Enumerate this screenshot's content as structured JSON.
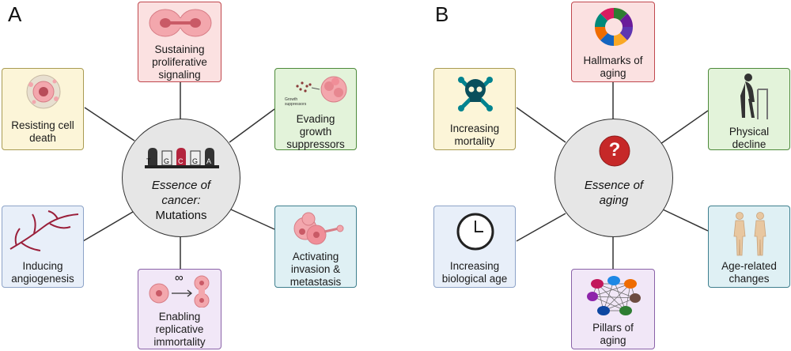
{
  "panel_a": {
    "label": "A",
    "center": {
      "line1": "Essence of",
      "line2": "cancer:",
      "line3": "Mutations",
      "dna_letters": [
        "T",
        "G",
        "C",
        "G",
        "A"
      ]
    },
    "boxes": {
      "top": "Sustaining\nproliferative\nsignaling",
      "upper_left": "Resisting cell\ndeath",
      "upper_right": "Evading\ngrowth\nsuppressors",
      "lower_left": "Inducing\nangiogenesis",
      "lower_right": "Activating\ninvasion &\nmetastasis",
      "bottom": "Enabling\nreplicative\nimmortality"
    },
    "growth_suppressors_label": "Growth\nsuppressors",
    "infinity_symbol": "∞"
  },
  "panel_b": {
    "label": "B",
    "center": {
      "line1": "Essence of",
      "line2": "aging",
      "question_mark": "?"
    },
    "boxes": {
      "top": "Hallmarks of\naging",
      "upper_left": "Increasing\nmortality",
      "upper_right": "Physical\ndecline",
      "lower_left": "Increasing\nbiological age",
      "lower_right": "Age-related\nchanges",
      "bottom": "Pillars of\naging"
    }
  },
  "colors": {
    "red_box": "#fbe1e1",
    "yellow_box": "#fcf5d8",
    "green_box": "#e3f3da",
    "blue_box": "#e8eff9",
    "teal_box": "#dff0f4",
    "purple_box": "#f1e7f7",
    "center_fill": "#e6e6e6",
    "question_red": "#c62828"
  },
  "icons": [
    "cancer-cell-icon",
    "dividing-cell-icon",
    "dna-icon",
    "blood-vessel-icon",
    "skull-icon",
    "clock-icon",
    "hallmarks-wheel-icon",
    "elderly-walker-icon",
    "human-figures-icon",
    "network-icon",
    "question-icon"
  ]
}
